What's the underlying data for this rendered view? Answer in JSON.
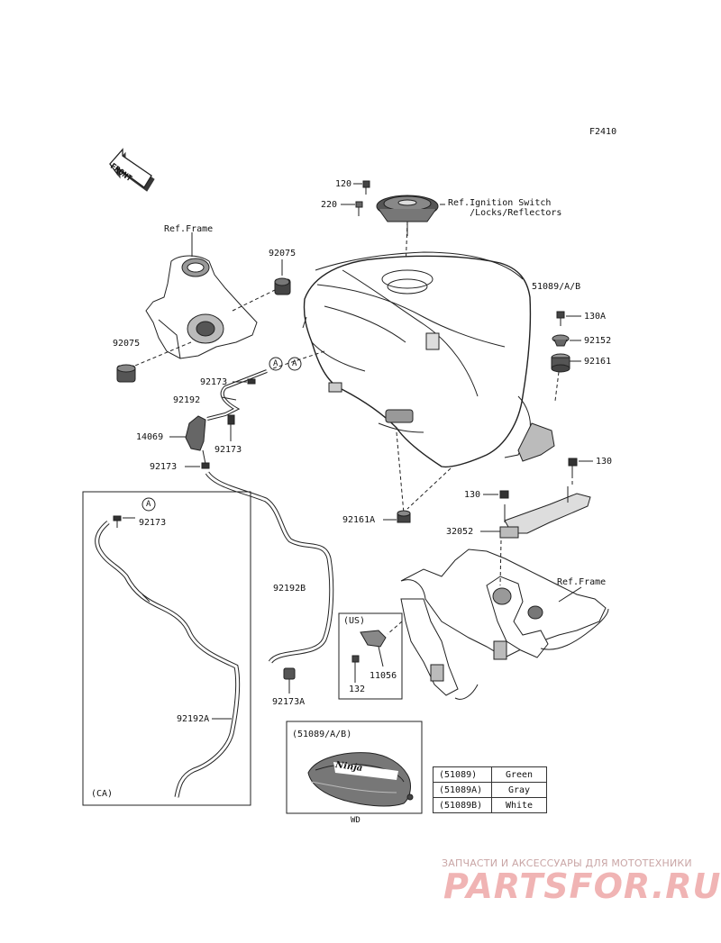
{
  "figure_code": "F2410",
  "front_label": "FRONT",
  "references": {
    "frame_top": "Ref.Frame",
    "ignition": "Ref.Ignition Switch\n    /Locks/Reflectors",
    "frame_bottom": "Ref.Frame"
  },
  "part_labels": {
    "p120": "120",
    "p220": "220",
    "p92075_top": "92075",
    "p92075_left": "92075",
    "p51089": "51089/A/B",
    "p130A": "130A",
    "p92152": "92152",
    "p92161": "92161",
    "p92173_a": "92173",
    "p92192": "92192",
    "p14069": "14069",
    "p92173_b": "92173",
    "p92173_c": "92173",
    "p130_right": "130",
    "p130_mid": "130",
    "p92161A": "92161A",
    "p32052": "32052",
    "p92173_ca": "92173",
    "p92192B": "92192B",
    "p92173A": "92173A",
    "p92192A": "92192A",
    "p11056": "11056",
    "p132": "132"
  },
  "callouts": {
    "a1": "A",
    "a2": "A",
    "a3": "A"
  },
  "boxes": {
    "ca": "(CA)",
    "us": "(US)",
    "variant_title": "(51089/A/B)",
    "wd": "WD",
    "emblem": "Ninja"
  },
  "color_table": [
    {
      "code": "(51089)",
      "color": "Green"
    },
    {
      "code": "(51089A)",
      "color": "Gray"
    },
    {
      "code": "(51089B)",
      "color": "White"
    }
  ],
  "watermark": {
    "tagline": "ЗАПЧАСТИ И АКСЕССУАРЫ ДЛЯ МОТОТЕХНИКИ",
    "logo": "PARTSFOR.RU"
  }
}
